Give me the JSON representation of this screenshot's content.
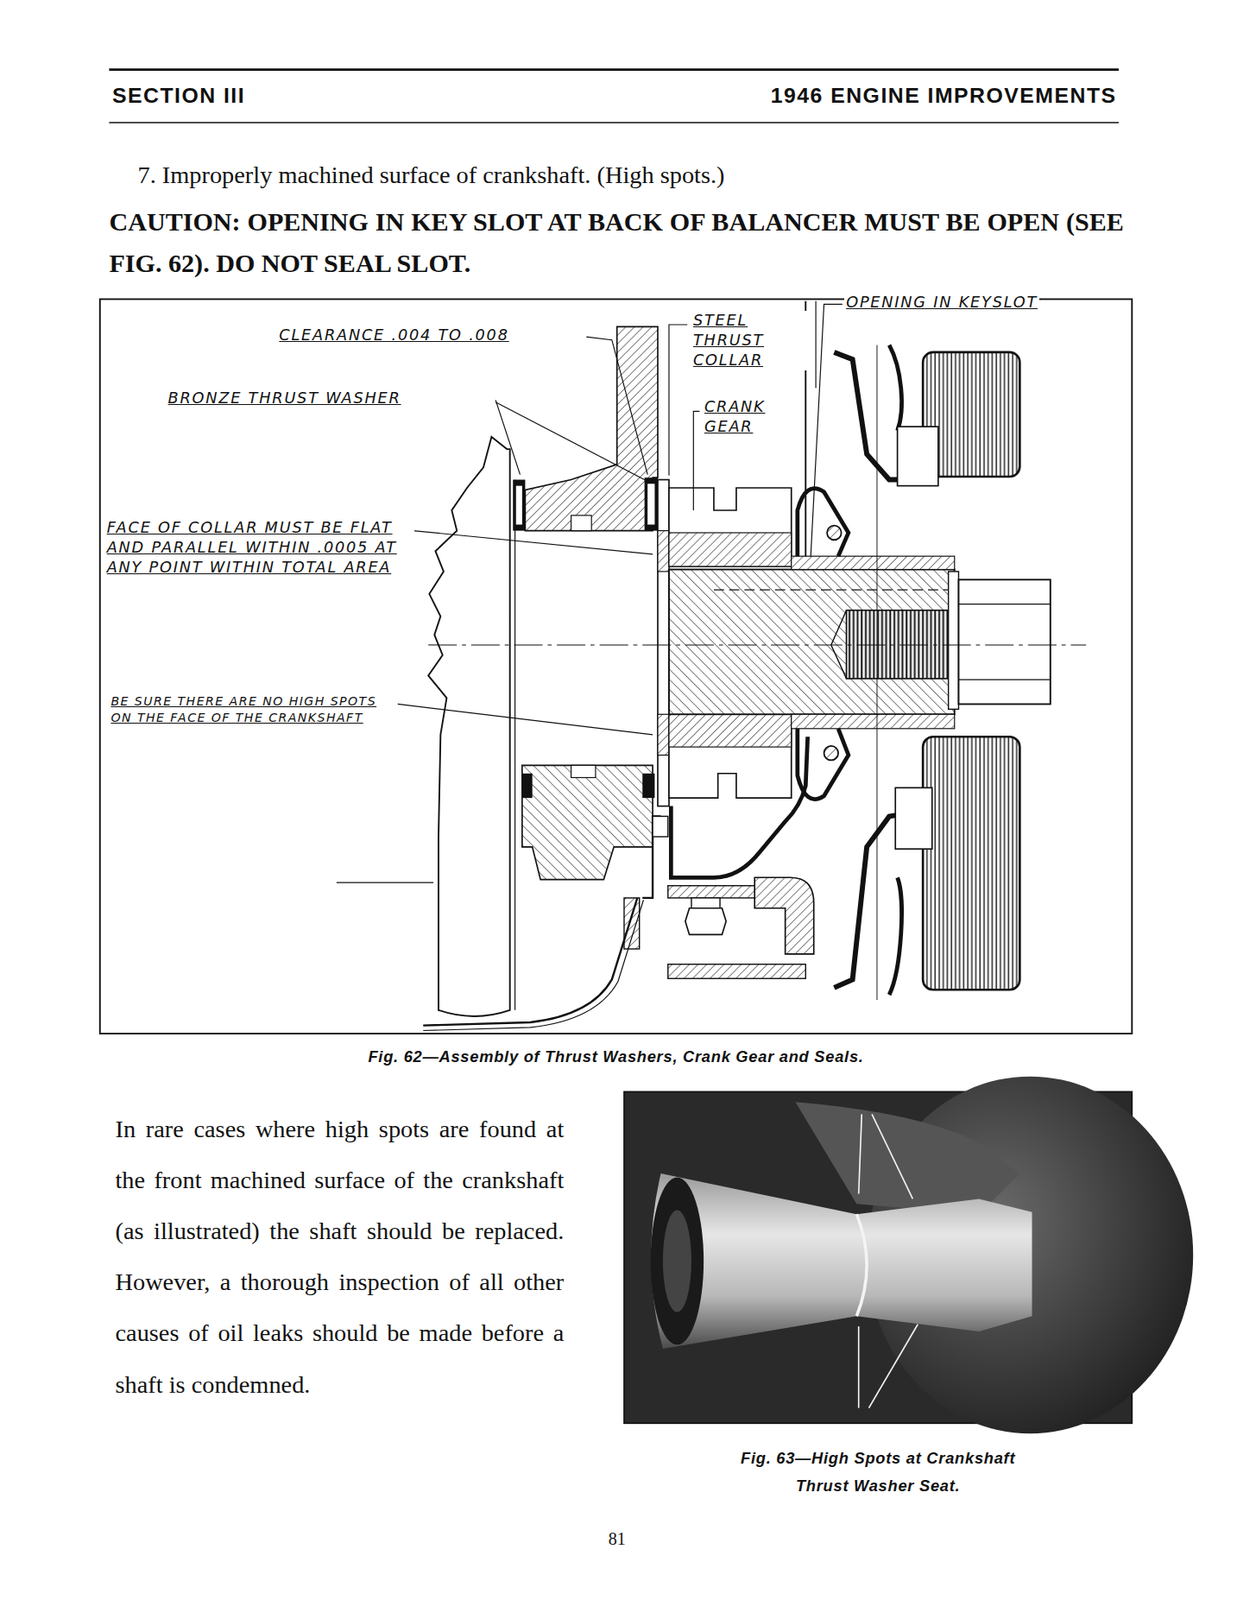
{
  "diagram": {
    "caption": "Fig. 62—Assembly of Thrust Washers, Crank Gear and Seals.",
    "labels": [
      "SECTION III",
      "1946 ENGINE IMPROVEMENTS",
      "7. Improperly machined surface of crankshaft. (High spots.)",
      "CAUTION: OPENING IN KEY SLOT AT BACK OF BALANCER MUST BE OPEN (SEE FIG. 62). DO NOT SEAL SLOT.",
      "CLEARANCE .004 TO .008",
      "BRONZE THRUST WASHER",
      "STEEL THRUST COLLAR",
      "CRANK GEAR",
      "OPENING IN KEYSLOT",
      "FACE OF COLLAR MUST BE FLAT AND PARALLEL WITHIN .0005 AT ANY POINT WITHIN TOTAL AREA",
      "BE SURE THERE ARE NO HIGH SPOTS ON THE FACE OF THE CRANKSHAFT",
      "In rare cases where high spots are found at the front machined surface of the crankshaft (as illustrated) the shaft should be replaced. However, a thorough inspection of all other causes of oil leaks should be made before a shaft is condemned.",
      "Fig. 63—High Spots at Crankshaft Thrust Washer Seat.",
      "81"
    ]
  }
}
